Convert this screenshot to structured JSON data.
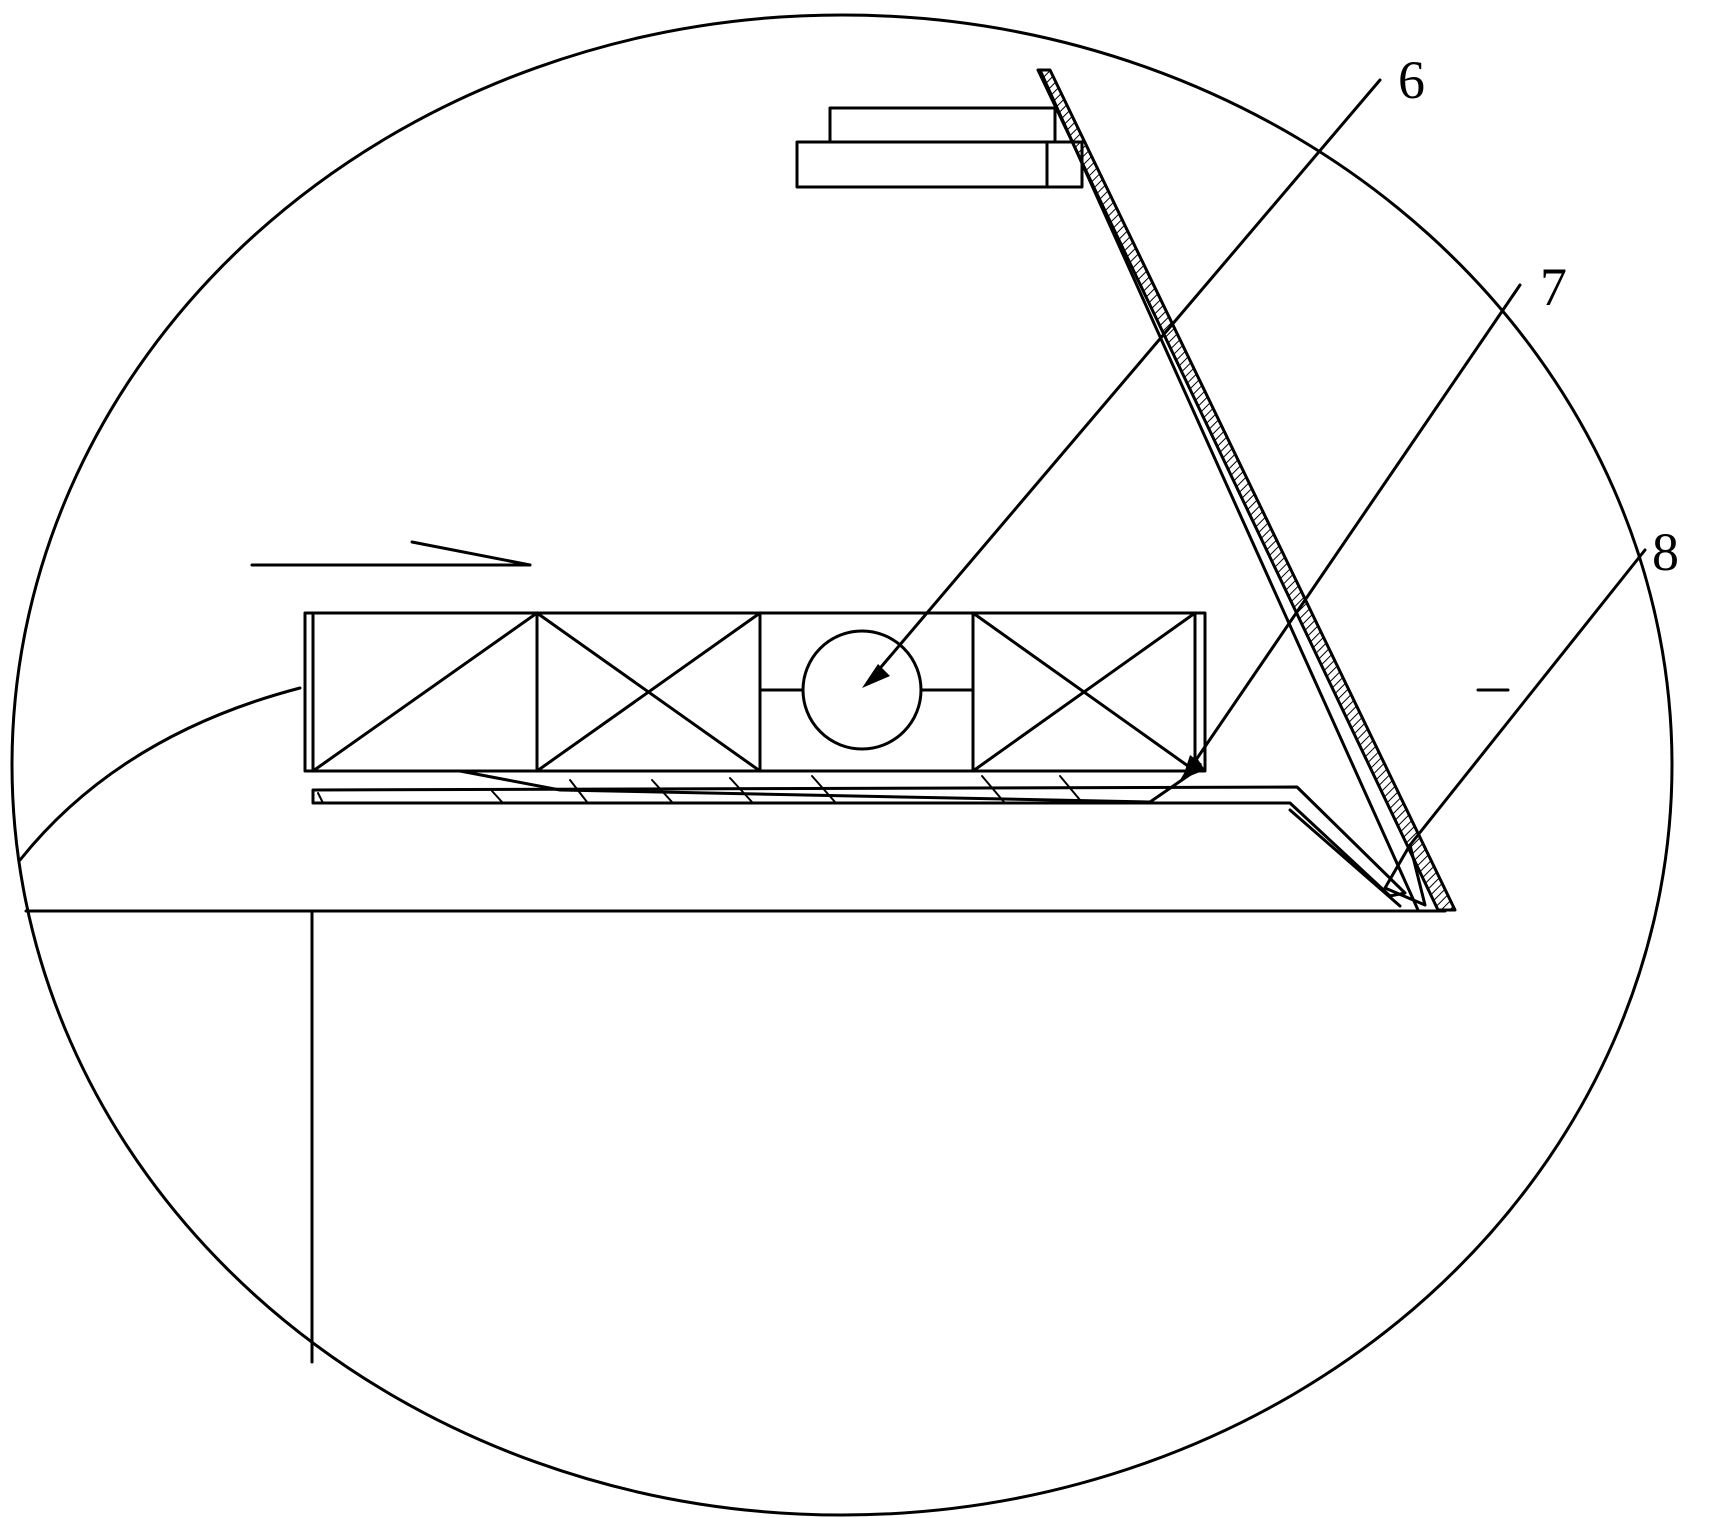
{
  "diagram": {
    "stroke_color": "#000000",
    "background_color": "#ffffff",
    "callouts": [
      {
        "id": "6",
        "label": "6"
      },
      {
        "id": "7",
        "label": "7"
      },
      {
        "id": "8",
        "label": "8"
      }
    ]
  }
}
